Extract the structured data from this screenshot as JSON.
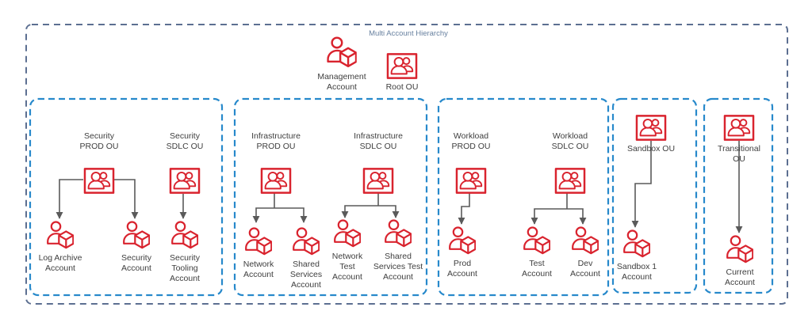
{
  "title": "Multi Account Hierarchy",
  "colors": {
    "icon_red": "#D9232E",
    "group_box_blue": "#2789CB",
    "outer_box_slate": "#5C6F91",
    "connector_gray": "#5A5A5A",
    "label_text": "#3E3E3E",
    "title_text": "#67809F"
  },
  "labels": {
    "title": "Multi Account Hierarchy",
    "management_account": "Management\nAccount",
    "root_ou": "Root OU",
    "security_prod_ou": "Security\nPROD OU",
    "security_sdlc_ou": "Security\nSDLC OU",
    "log_archive_account": "Log Archive\nAccount",
    "security_account": "Security\nAccount",
    "security_tooling_account": "Security\nTooling\nAccount",
    "infrastructure_prod_ou": "Infrastructure\nPROD OU",
    "infrastructure_sdlc_ou": "Infrastructure\nSDLC OU",
    "network_account": "Network\nAccount",
    "shared_services_account": "Shared\nServices\nAccount",
    "network_test_account": "Network\nTest\nAccount",
    "shared_services_test_account": "Shared\nServices Test\nAccount",
    "workload_prod_ou": "Workload\nPROD OU",
    "workload_sdlc_ou": "Workload\nSDLC OU",
    "prod_account": "Prod\nAccount",
    "test_account": "Test\nAccount",
    "dev_account": "Dev\nAccount",
    "sandbox_ou": "Sandbox OU",
    "sandbox_1_account": "Sandbox 1\nAccount",
    "transitional_ou": "Transitional\nOU",
    "current_account": "Current\nAccount"
  },
  "hierarchy": {
    "management": "Management Account",
    "root": "Root OU",
    "organizational_units": [
      {
        "name": "Security PROD OU",
        "accounts": [
          "Log Archive Account",
          "Security Account"
        ]
      },
      {
        "name": "Security SDLC OU",
        "accounts": [
          "Security Tooling Account"
        ]
      },
      {
        "name": "Infrastructure PROD OU",
        "accounts": [
          "Network Account",
          "Shared Services Account"
        ]
      },
      {
        "name": "Infrastructure SDLC OU",
        "accounts": [
          "Network Test Account",
          "Shared Services Test Account"
        ]
      },
      {
        "name": "Workload PROD OU",
        "accounts": [
          "Prod Account"
        ]
      },
      {
        "name": "Workload SDLC OU",
        "accounts": [
          "Test Account",
          "Dev Account"
        ]
      },
      {
        "name": "Sandbox OU",
        "accounts": [
          "Sandbox 1 Account"
        ]
      },
      {
        "name": "Transitional OU",
        "accounts": [
          "Current Account"
        ]
      }
    ]
  }
}
